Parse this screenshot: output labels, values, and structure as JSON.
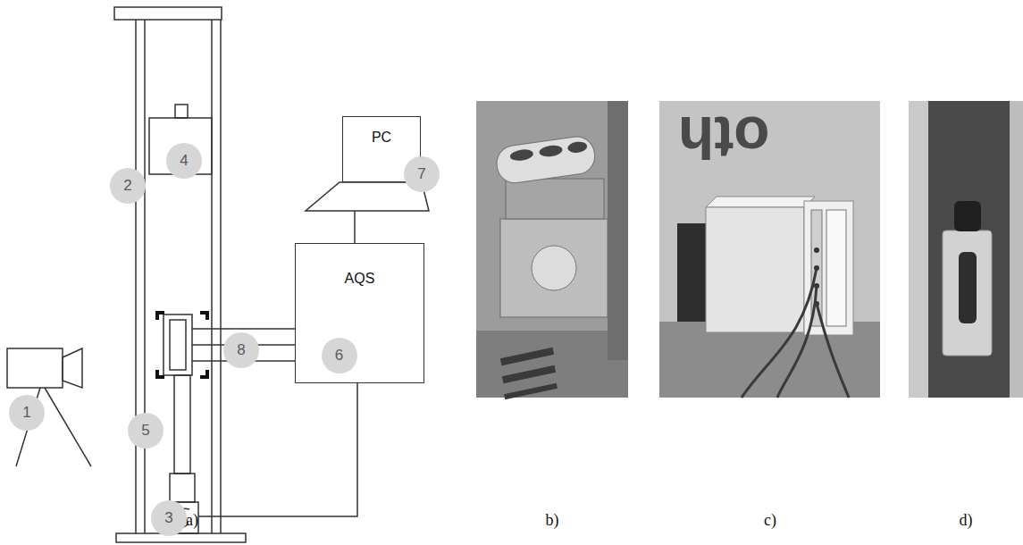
{
  "diagram": {
    "nodes": [
      {
        "text": [
          "PC"
        ]
      },
      {
        "text": [
          "7"
        ]
      },
      {
        "text": [
          "4"
        ]
      },
      {
        "text": [
          "2"
        ]
      },
      {
        "text": [
          "AQS"
        ]
      },
      {
        "text": [
          "8"
        ]
      },
      {
        "text": [
          "6"
        ],
        "in": 4
      },
      {
        "text": [
          "1"
        ]
      },
      {
        "text": [
          "5"
        ]
      },
      {
        "text": [
          "3"
        ]
      }
    ],
    "edges": [
      {
        "from": 4,
        "to": 0,
        "arrow": "none"
      }
    ],
    "labels": [
      "a)",
      "b)",
      "c)",
      "d)",
      "oth"
    ]
  }
}
